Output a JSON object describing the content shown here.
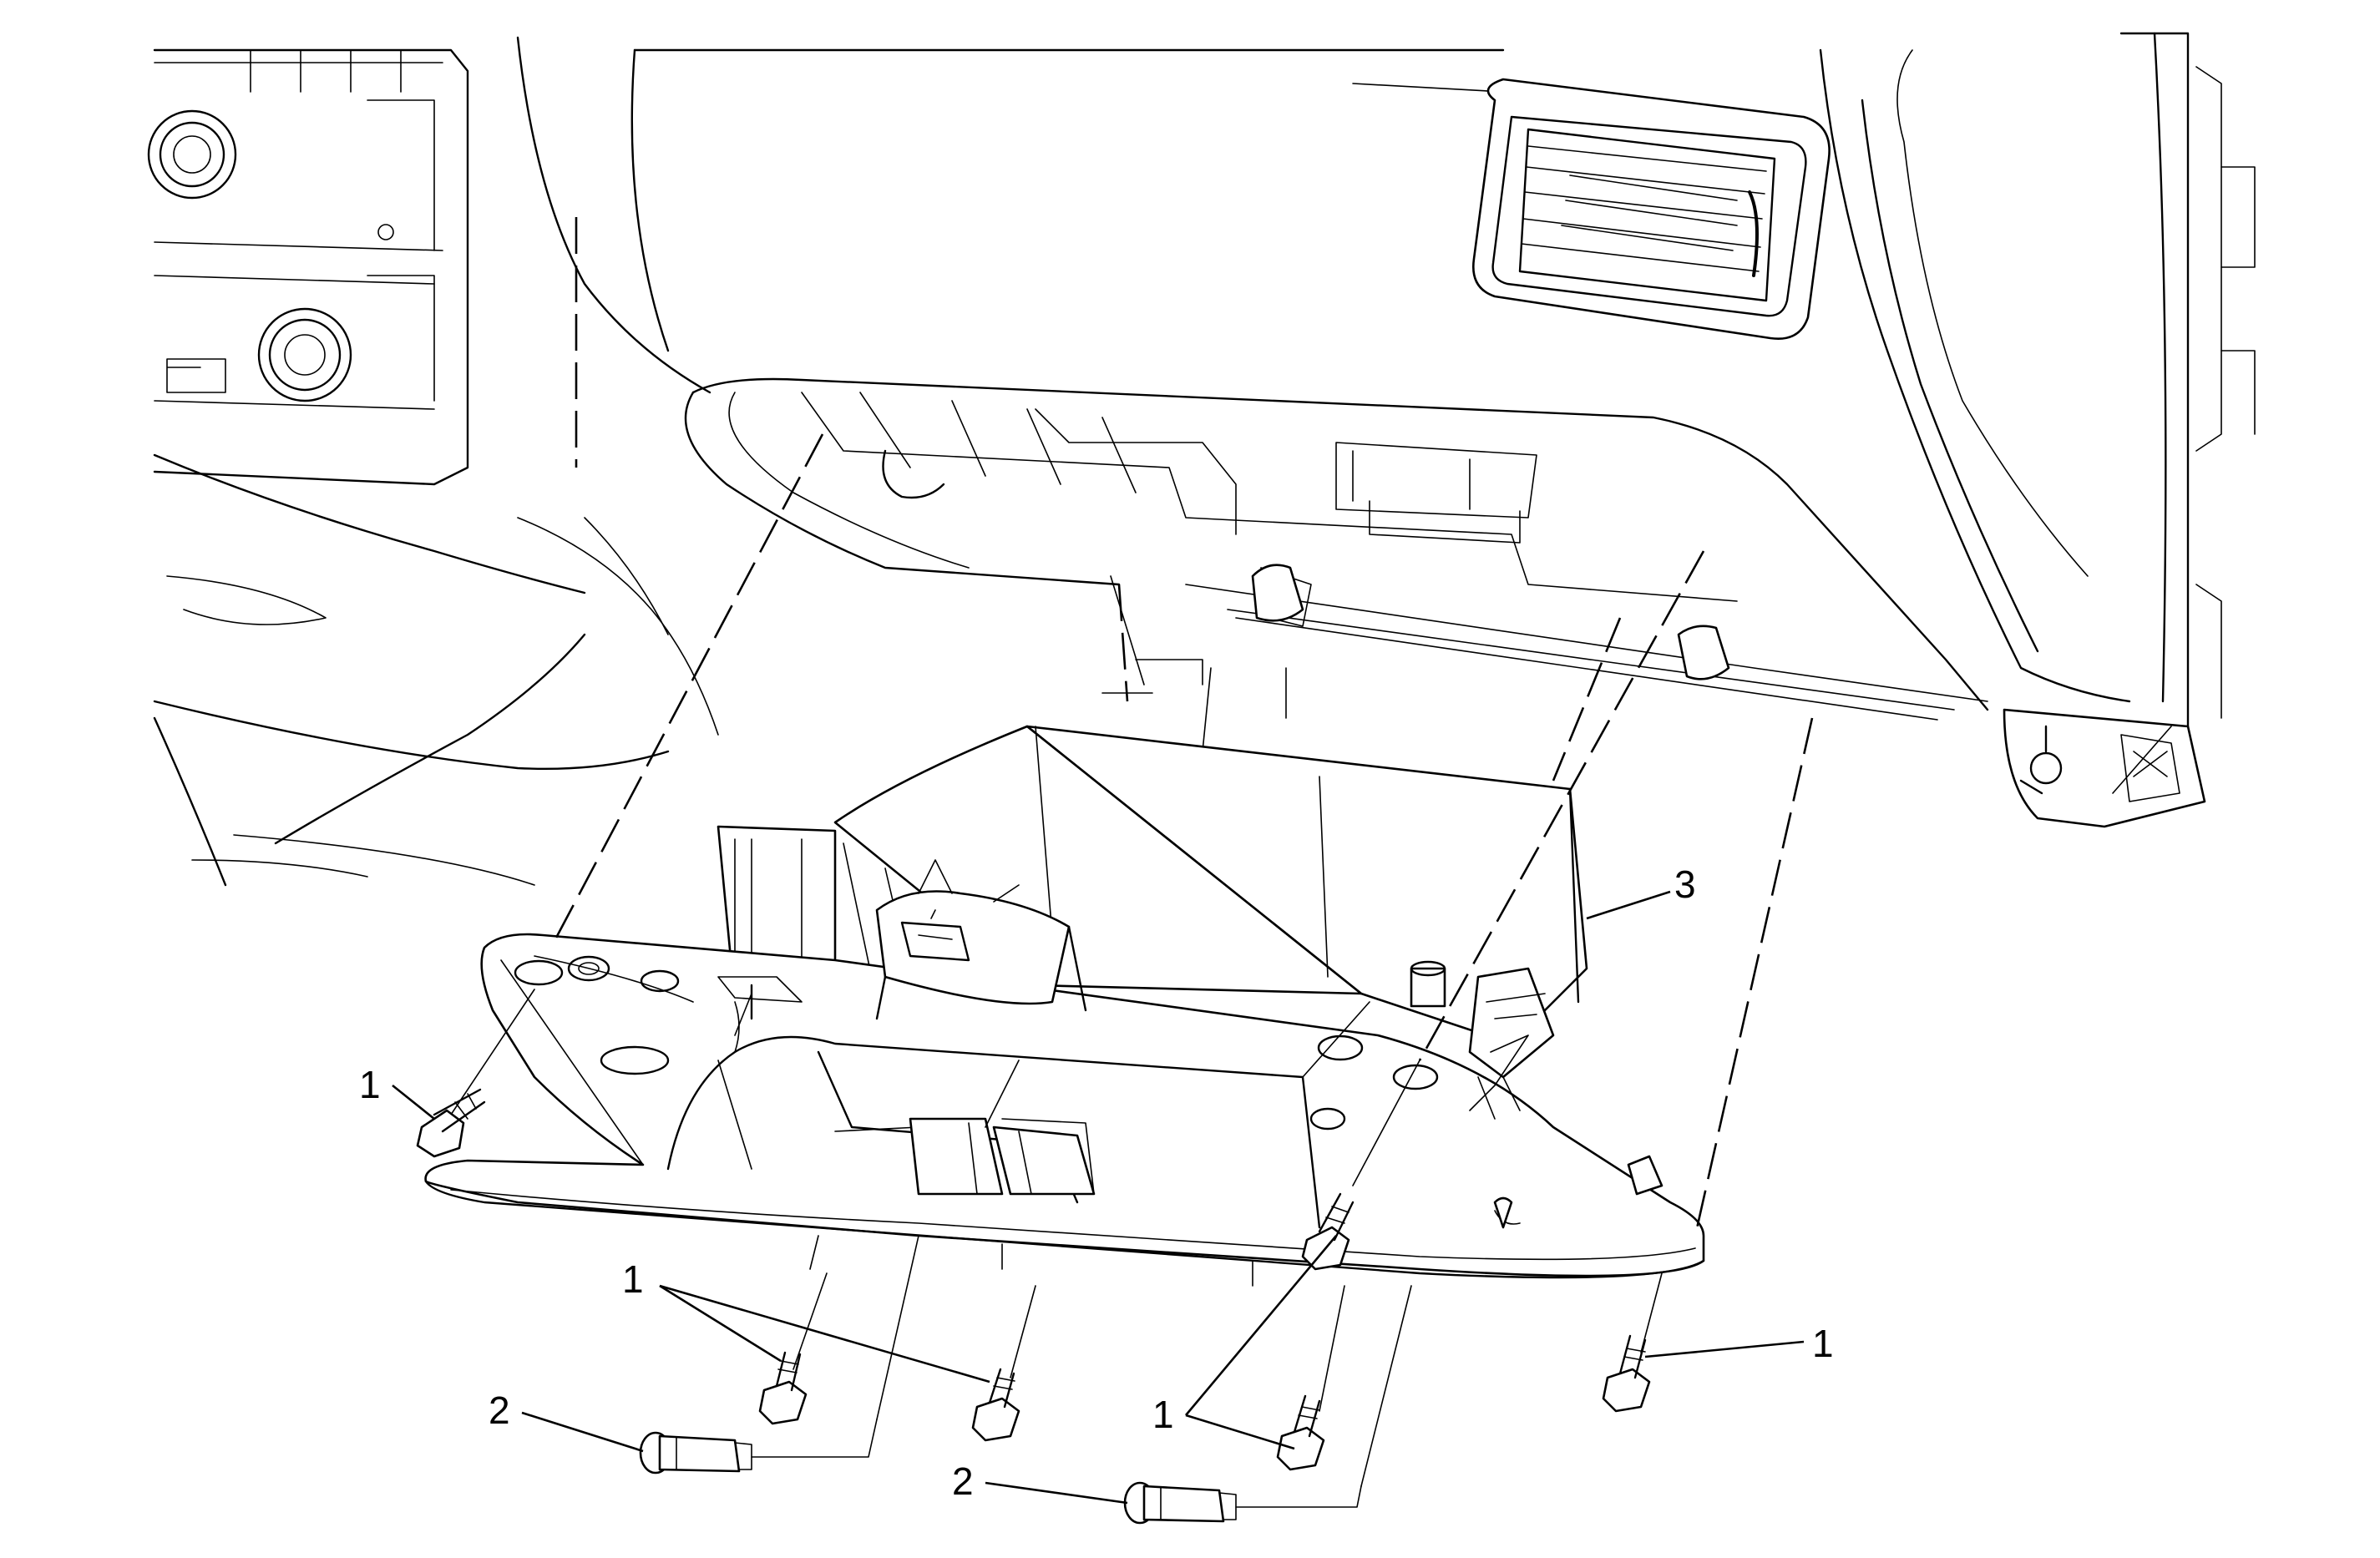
{
  "diagram": {
    "callouts": [
      {
        "id": "c1a",
        "label": "1"
      },
      {
        "id": "c1b",
        "label": "1"
      },
      {
        "id": "c1c",
        "label": "1"
      },
      {
        "id": "c1d",
        "label": "1"
      },
      {
        "id": "c2a",
        "label": "2"
      },
      {
        "id": "c2b",
        "label": "2"
      },
      {
        "id": "c3",
        "label": "3"
      }
    ]
  }
}
